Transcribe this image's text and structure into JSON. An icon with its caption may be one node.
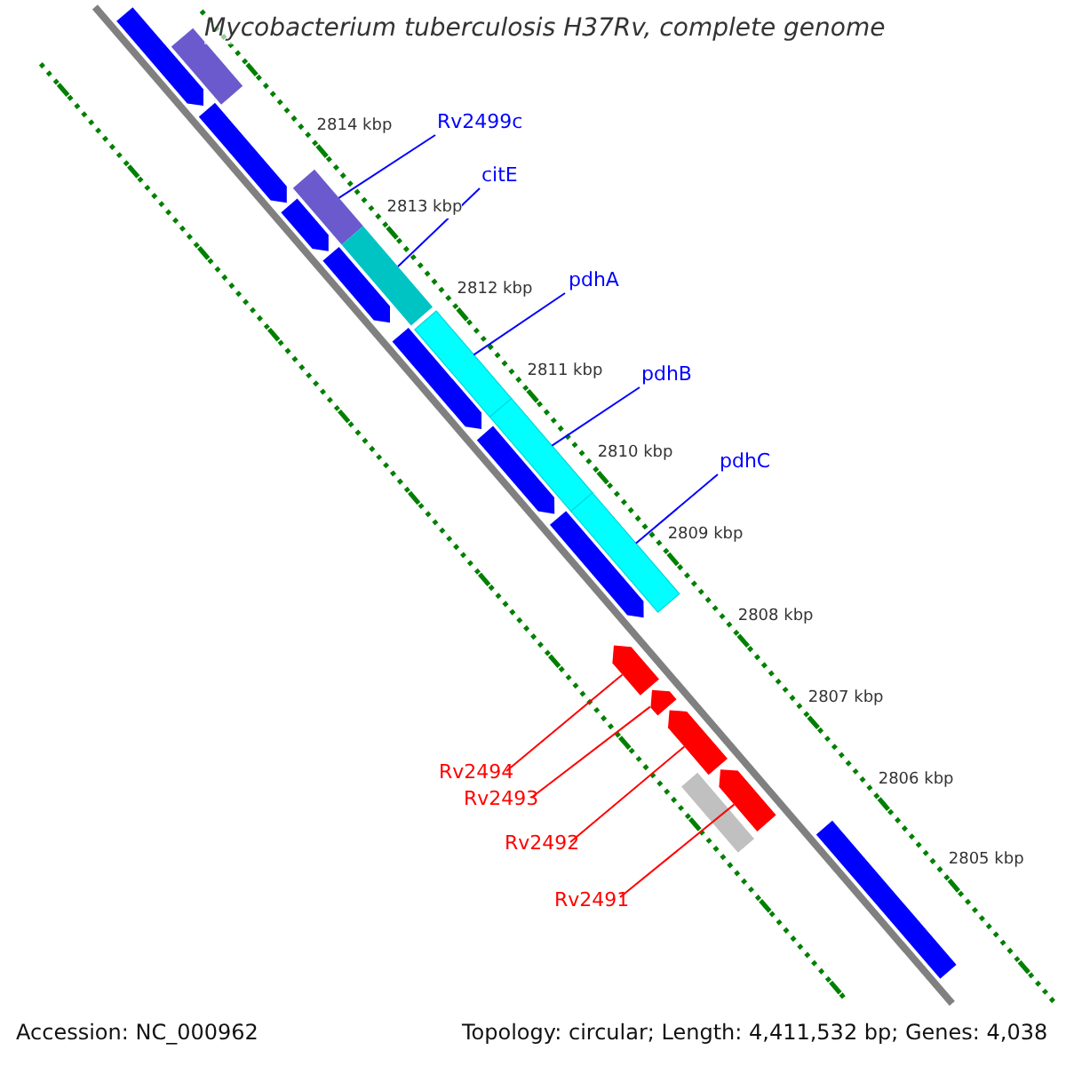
{
  "diagram": {
    "title": "Mycobacterium tuberculosis H37Rv, complete genome",
    "nodes": [
      {
        "text": [
          "Rv2499c"
        ]
      },
      {
        "text": [
          "citE"
        ]
      },
      {
        "text": [
          "pdhA"
        ]
      },
      {
        "text": [
          "pdhB"
        ]
      },
      {
        "text": [
          "pdhC"
        ]
      },
      {
        "text": [
          "Rv2494"
        ]
      },
      {
        "text": [
          "Rv2493"
        ]
      },
      {
        "text": [
          "Rv2492"
        ]
      },
      {
        "text": [
          "Rv2491"
        ]
      },
      {
        "text": [],
        "shape": "arrow"
      },
      {
        "text": [],
        "shape": "bar"
      },
      {
        "text": [],
        "shape": "arrow"
      },
      {
        "text": [],
        "shape": "bar"
      },
      {
        "text": [],
        "shape": "arrow"
      },
      {
        "text": [],
        "shape": "bar"
      },
      {
        "text": [],
        "shape": "arrow"
      },
      {
        "text": [],
        "shape": "arrow"
      },
      {
        "text": [],
        "shape": "bar"
      },
      {
        "text": [],
        "shape": "bar"
      },
      {
        "text": [],
        "shape": "arrow"
      },
      {
        "text": [],
        "shape": "arrow"
      },
      {
        "text": [],
        "shape": "bar"
      },
      {
        "text": [],
        "shape": "arrow"
      },
      {
        "text": [],
        "shape": "arrow"
      },
      {
        "text": [],
        "shape": "arrow"
      },
      {
        "text": [],
        "shape": "bar"
      },
      {
        "text": [],
        "shape": "arrow"
      },
      {
        "text": [],
        "shape": "bar"
      }
    ],
    "edges": [
      {
        "from": 0,
        "to": 12,
        "arrow": "none"
      },
      {
        "from": 1,
        "to": 14,
        "arrow": "none"
      },
      {
        "from": 2,
        "to": 17,
        "arrow": "none"
      },
      {
        "from": 3,
        "to": 18,
        "arrow": "none"
      },
      {
        "from": 4,
        "to": 21,
        "arrow": "none"
      },
      {
        "from": 5,
        "to": 22,
        "arrow": "none",
        "color": "#ff0000"
      },
      {
        "from": 6,
        "to": 23,
        "arrow": "none",
        "color": "#ff0000"
      },
      {
        "from": 7,
        "to": 24,
        "arrow": "none",
        "color": "#ff0000"
      },
      {
        "from": 8,
        "to": 26,
        "arrow": "none",
        "color": "#ff0000"
      }
    ],
    "labels": [
      "2814 kbp",
      "2813 kbp",
      "2812 kbp",
      "2811 kbp",
      "2810 kbp",
      "2809 kbp",
      "2808 kbp",
      "2807 kbp",
      "2806 kbp",
      "2805 kbp",
      "Accession: NC_000962",
      "Topology: circular; Length: 4,411,532 bp; Genes: 4,038"
    ]
  }
}
